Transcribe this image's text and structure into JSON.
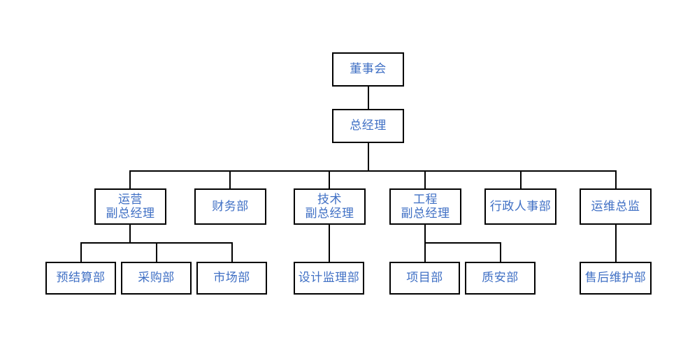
{
  "chart": {
    "type": "org-chart",
    "title": "",
    "background_color": "#ffffff",
    "box_border_color": "#000000",
    "box_fill_color": "#ffffff",
    "text_color": "#3F6FC4",
    "connector_color": "#000000",
    "levels": 3
  },
  "nodes": {
    "board": {
      "label": "董事会",
      "line1": "董事会",
      "line2": ""
    },
    "general_manager": {
      "label": "总经理",
      "line1": "总经理",
      "line2": ""
    },
    "ops_vp": {
      "label": "运营 副总经理",
      "line1": "运营",
      "line2": "副总经理"
    },
    "finance_dept": {
      "label": "财务部",
      "line1": "财务部",
      "line2": ""
    },
    "tech_vp": {
      "label": "技术 副总经理",
      "line1": "技术",
      "line2": "副总经理"
    },
    "eng_vp": {
      "label": "工程 副总经理",
      "line1": "工程",
      "line2": "副总经理"
    },
    "admin_hr_dept": {
      "label": "行政人事部",
      "line1": "行政人事部",
      "line2": ""
    },
    "ops_director": {
      "label": "运维总监",
      "line1": "运维总监",
      "line2": ""
    },
    "budget_dept": {
      "label": "预结算部",
      "line1": "预结算部",
      "line2": ""
    },
    "purchasing_dept": {
      "label": "采购部",
      "line1": "采购部",
      "line2": ""
    },
    "market_dept": {
      "label": "市场部",
      "line1": "市场部",
      "line2": ""
    },
    "design_supervision_dept": {
      "label": "设计监理部",
      "line1": "设计监理部",
      "line2": ""
    },
    "project_dept": {
      "label": "项目部",
      "line1": "项目部",
      "line2": ""
    },
    "quality_safety_dept": {
      "label": "质安部",
      "line1": "质安部",
      "line2": ""
    },
    "after_sales_dept": {
      "label": "售后维护部",
      "line1": "售后维护部",
      "line2": ""
    }
  },
  "hierarchy": {
    "root": "董事会",
    "edges": [
      {
        "from": "董事会",
        "to": "总经理"
      },
      {
        "from": "总经理",
        "to": "运营 副总经理"
      },
      {
        "from": "总经理",
        "to": "财务部"
      },
      {
        "from": "总经理",
        "to": "技术 副总经理"
      },
      {
        "from": "总经理",
        "to": "工程 副总经理"
      },
      {
        "from": "总经理",
        "to": "行政人事部"
      },
      {
        "from": "总经理",
        "to": "运维总监"
      },
      {
        "from": "运营 副总经理",
        "to": "预结算部"
      },
      {
        "from": "运营 副总经理",
        "to": "采购部"
      },
      {
        "from": "运营 副总经理",
        "to": "市场部"
      },
      {
        "from": "技术 副总经理",
        "to": "设计监理部"
      },
      {
        "from": "工程 副总经理",
        "to": "项目部"
      },
      {
        "from": "工程 副总经理",
        "to": "质安部"
      },
      {
        "from": "运维总监",
        "to": "售后维护部"
      }
    ]
  }
}
